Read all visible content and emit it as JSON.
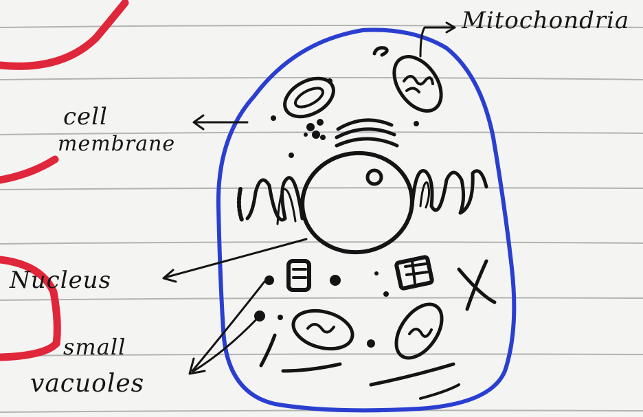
{
  "labels": {
    "mitochondria": "Mitochondria",
    "cell": "cell",
    "membrane": "membrane",
    "nucleus": "Nucleus",
    "small": "small",
    "vacuoles": "vacuoles"
  },
  "colors": {
    "paper": "#f4f4f2",
    "rule_line": "#9a9a9a",
    "ink": "#141414",
    "cell_outline": "#2a3fd0",
    "marker": "#e0263a"
  }
}
